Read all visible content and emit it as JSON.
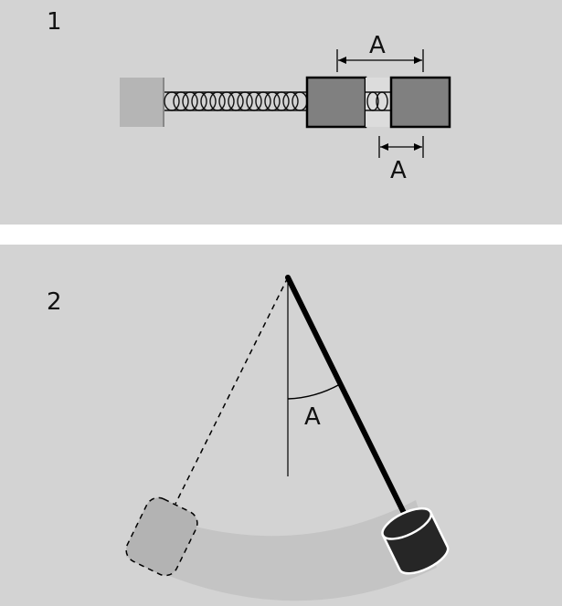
{
  "panels": [
    {
      "number": "1",
      "amplitude_top_label": "A",
      "amplitude_bottom_label": "A"
    },
    {
      "number": "2",
      "angle_label": "A"
    }
  ]
}
